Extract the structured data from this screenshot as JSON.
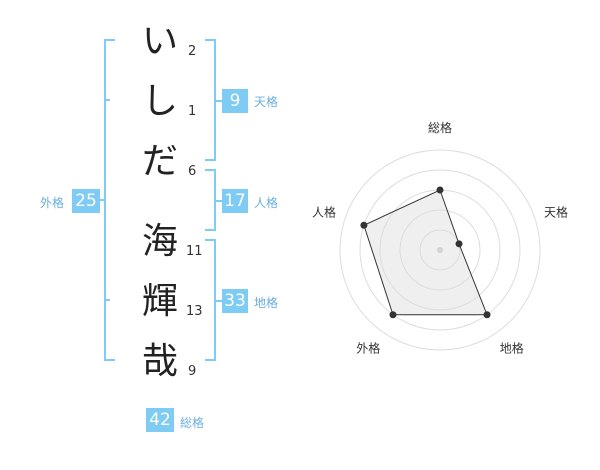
{
  "name": {
    "characters": [
      {
        "char": "い",
        "strokes": "2"
      },
      {
        "char": "し",
        "strokes": "1"
      },
      {
        "char": "だ",
        "strokes": "6"
      },
      {
        "char": "海",
        "strokes": "11"
      },
      {
        "char": "輝",
        "strokes": "13"
      },
      {
        "char": "哉",
        "strokes": "9"
      }
    ]
  },
  "fortunes": {
    "tenkaku": {
      "value": "9",
      "label": "天格"
    },
    "jinkaku": {
      "value": "17",
      "label": "人格"
    },
    "chikaku": {
      "value": "33",
      "label": "地格"
    },
    "gaikaku": {
      "value": "25",
      "label": "外格"
    },
    "soukaku": {
      "value": "42",
      "label": "総格"
    }
  },
  "colors": {
    "accent": "#7ecbf3",
    "bracket": "#7ecbf3",
    "label": "#6aaee0"
  },
  "chart_data": {
    "type": "radar",
    "axes": [
      "総格",
      "天格",
      "地格",
      "外格",
      "人格"
    ],
    "values": [
      3,
      1,
      4,
      4,
      4
    ],
    "max": 5
  }
}
